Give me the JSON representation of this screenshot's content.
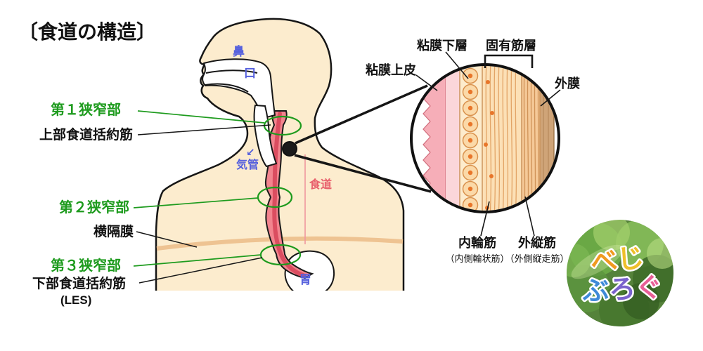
{
  "title": "〔食道の構造〕",
  "figure": {
    "nose": "鼻",
    "mouth": "口",
    "trachea_arrow": "↙",
    "trachea": "気管",
    "esophagus": "食道",
    "stomach": "胃"
  },
  "left_labels": {
    "constriction1": "第１狭窄部",
    "upper_sphincter": "上部食道括約筋",
    "constriction2": "第２狭窄部",
    "diaphragm": "横隔膜",
    "constriction3": "第３狭窄部",
    "lower_sphincter": "下部食道括約筋",
    "les": "(LES)"
  },
  "zoom_labels": {
    "submucosa": "粘膜下層",
    "muscularis_propria": "固有筋層",
    "mucosal_epithelium": "粘膜上皮",
    "adventitia": "外膜",
    "inner_circular": "内輪筋",
    "inner_circular_alt": "（内側輪状筋）",
    "outer_longitudinal": "外縦筋",
    "outer_longitudinal_alt": "（外側縦走筋）"
  },
  "logo": {
    "chars": [
      "べ",
      "じ",
      "ぶ",
      "ろ",
      "ぐ"
    ]
  },
  "colors": {
    "accent_green": "#1e9b1e",
    "accent_blue": "#5560dd",
    "accent_red": "#e8606c",
    "skin": "#fcecce"
  }
}
